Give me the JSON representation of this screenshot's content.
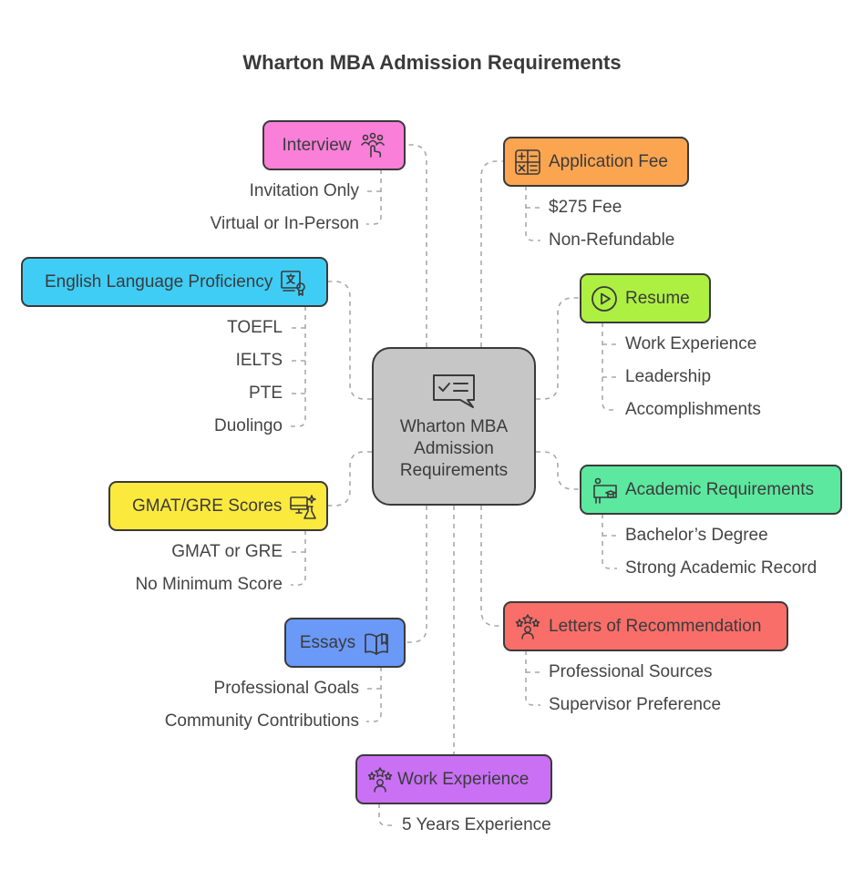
{
  "title": "Wharton MBA Admission Requirements",
  "center": {
    "lines": [
      "Wharton MBA",
      "Admission",
      "Requirements"
    ],
    "icon": "checklist-chat-icon",
    "color": "#c6c6c6"
  },
  "nodes": [
    {
      "id": "interview",
      "label": "Interview",
      "icon": "people-pointer-icon",
      "color": "#f97fd8",
      "items": [
        "Invitation Only",
        "Virtual or In-Person"
      ]
    },
    {
      "id": "application-fee",
      "label": "Application Fee",
      "icon": "calculator-icon",
      "color": "#fca551",
      "items": [
        "$275 Fee",
        "Non-Refundable"
      ]
    },
    {
      "id": "english",
      "label": "English Language Proficiency",
      "icon": "translate-certificate-icon",
      "color": "#3fcdf6",
      "items": [
        "TOEFL",
        "IELTS",
        "PTE",
        "Duolingo"
      ]
    },
    {
      "id": "resume",
      "label": "Resume",
      "icon": "play-circle-icon",
      "color": "#aef042",
      "items": [
        "Work Experience",
        "Leadership",
        "Accomplishments"
      ]
    },
    {
      "id": "gmat-gre",
      "label": "GMAT/GRE Scores",
      "icon": "computer-flask-icon",
      "color": "#fbe93e",
      "items": [
        "GMAT or GRE",
        "No Minimum Score"
      ]
    },
    {
      "id": "academic",
      "label": "Academic Requirements",
      "icon": "teacher-board-icon",
      "color": "#5ce89f",
      "items": [
        "Bachelor’s Degree",
        "Strong Academic Record"
      ]
    },
    {
      "id": "essays",
      "label": "Essays",
      "icon": "open-book-icon",
      "color": "#6a99f8",
      "items": [
        "Professional Goals",
        "Community Contributions"
      ]
    },
    {
      "id": "letters",
      "label": "Letters of Recommendation",
      "icon": "person-stars-icon",
      "color": "#fa6e69",
      "items": [
        "Professional Sources",
        "Supervisor Preference"
      ]
    },
    {
      "id": "work-experience",
      "label": "Work Experience",
      "icon": "person-stars-icon",
      "color": "#c970f5",
      "items": [
        "5 Years Experience"
      ]
    }
  ]
}
